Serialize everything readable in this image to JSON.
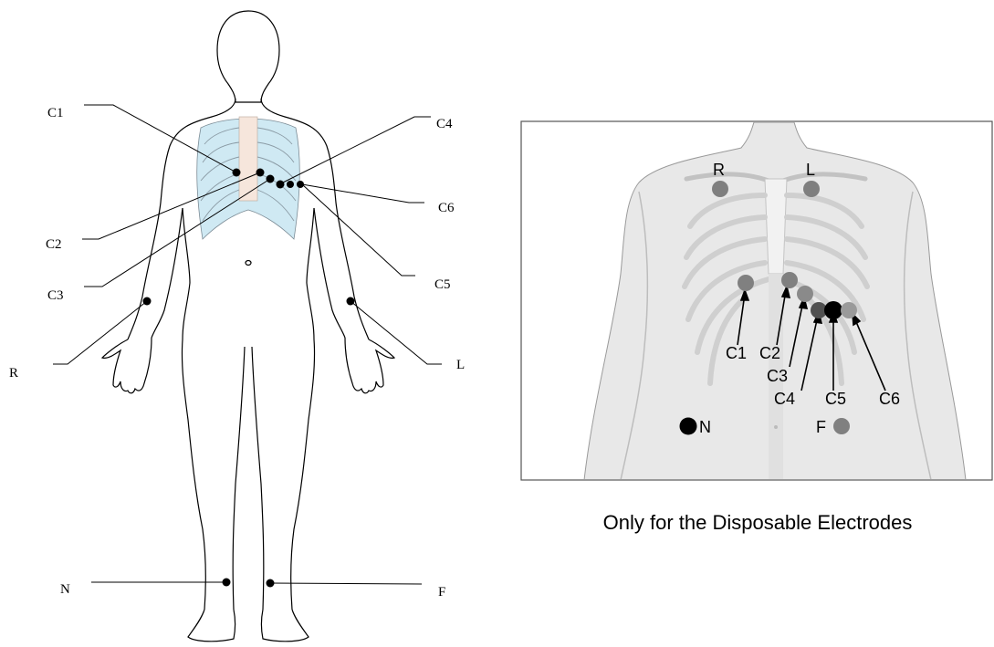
{
  "left_figure": {
    "labels": {
      "c1": "C1",
      "c2": "C2",
      "c3": "C3",
      "c4": "C4",
      "c5": "C5",
      "c6": "C6",
      "r": "R",
      "l": "L",
      "n": "N",
      "f": "F"
    }
  },
  "right_figure": {
    "labels": {
      "r": "R",
      "l": "L",
      "c1": "C1",
      "c2": "C2",
      "c3": "C3",
      "c4": "C4",
      "c5": "C5",
      "c6": "C6",
      "n": "N",
      "f": "F"
    },
    "caption": "Only for the Disposable Electrodes"
  },
  "colors": {
    "electrode_dark": "#000000",
    "electrode_grey": "#7f7f7f",
    "rib_blue": "#cfe9f3",
    "sternum": "#f6e6dc",
    "skin_grey": "#e6e6e6"
  }
}
